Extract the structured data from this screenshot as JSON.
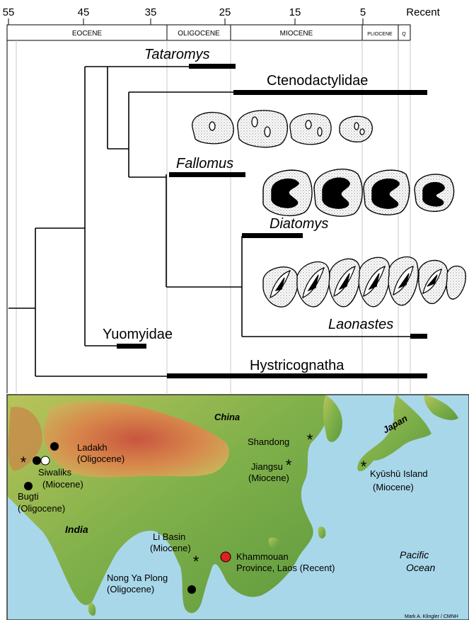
{
  "timescale": {
    "ticks": [
      "55",
      "45",
      "35",
      "25",
      "15",
      "5",
      "Recent"
    ],
    "epochs": [
      "EOCENE",
      "OLIGOCENE",
      "MIOCENE",
      "PLIOCENE",
      "Q"
    ]
  },
  "taxa": {
    "tataromys": "Tataromys",
    "ctenodactylidae": "Ctenodactylidae",
    "fallomus": "Fallomus",
    "diatomys": "Diatomys",
    "laonastes": "Laonastes",
    "yuomyidae": "Yuomyidae",
    "hystricognatha": "Hystricognatha"
  },
  "map": {
    "regions": {
      "china": "China",
      "japan": "Japan",
      "india": "India",
      "pacific": [
        "Pacific",
        "Ocean"
      ]
    },
    "sites": {
      "ladakh": [
        "Ladakh",
        "(Oligocene)"
      ],
      "siwaliks": [
        "Siwaliks",
        "(Miocene)"
      ],
      "bugti": [
        "Bugti",
        "(Oligocene)"
      ],
      "shandong": "Shandong",
      "jiangsu": [
        "Jiangsu",
        "(Miocene)"
      ],
      "kyushu": [
        "Kyūshū Island",
        "(Miocene)"
      ],
      "li_basin": [
        "Li Basin",
        "(Miocene)"
      ],
      "khammouan": [
        "Khammouan",
        "Province, Laos (Recent)"
      ],
      "nong_ya_plong": [
        "Nong Ya Plong",
        "(Oligocene)"
      ]
    },
    "credit": "Mark A. Klingler / CMNH"
  },
  "colors": {
    "land_green": "#7fb04a",
    "plateau_red": "#c24a3a",
    "sea": "#a9d7ea",
    "laos_dot": "#e02020"
  }
}
